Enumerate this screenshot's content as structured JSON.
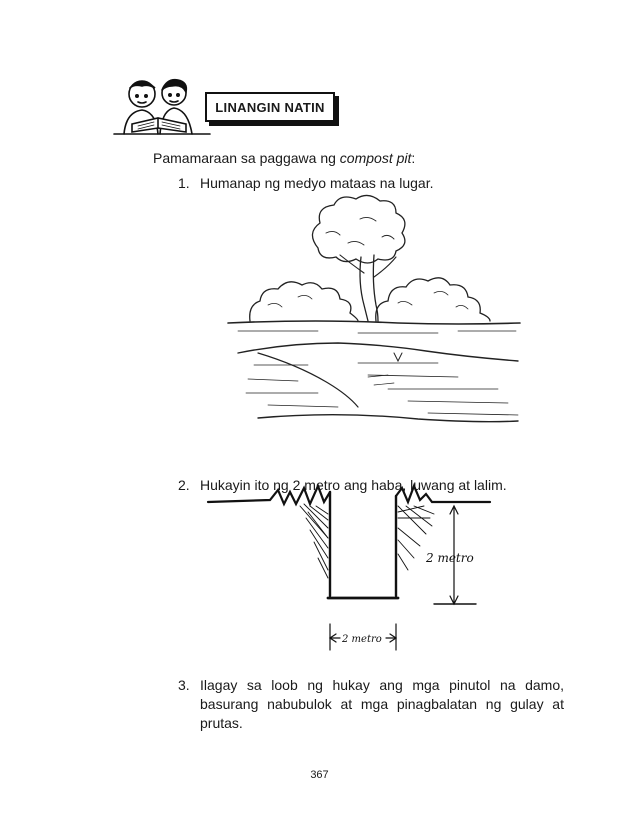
{
  "header": {
    "title": "LINANGIN NATIN"
  },
  "content": {
    "intro_prefix": "Pamamaraan sa paggawa ng ",
    "intro_italic": "compost pit",
    "intro_suffix": ":",
    "steps": [
      {
        "number": "1.",
        "text": "Humanap ng medyo mataas na lugar."
      },
      {
        "number": "2.",
        "text": "Hukayin ito ng 2 metro ang haba, luwang at lalim."
      },
      {
        "number": "3.",
        "text": "Ilagay sa loob ng hukay ang mga pinutol na damo, basurang nabubulok at mga pinagbalatan ng gulay at prutas."
      }
    ],
    "pit_labels": {
      "depth": "2 metro",
      "width": "2 metro"
    }
  },
  "footer": {
    "page_number": "367"
  },
  "icons": {
    "reading_children": "reading-children-icon"
  }
}
